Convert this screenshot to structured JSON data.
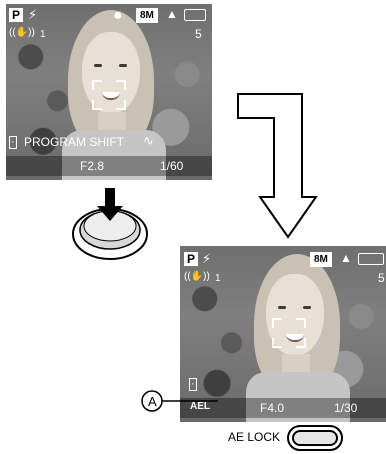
{
  "screen1": {
    "mode": "P",
    "flash_icon": "flash-off-icon",
    "record_icon": "record-dot-icon",
    "size_badge": "8M",
    "quality_icon": "quality-icon",
    "battery_icon": "battery-icon",
    "stabilizer_icon": "stabilizer-icon",
    "stabilizer_value": "1",
    "remaining_count": "5",
    "metering_icon": "metering-icon",
    "program_shift": "PROGRAM SHIFT",
    "program_shift_icon": "program-shift-icon",
    "aperture": "F2.8",
    "shutter": "1/60"
  },
  "screen2": {
    "mode": "P",
    "flash_icon": "flash-off-icon",
    "size_badge": "8M",
    "quality_icon": "quality-icon",
    "battery_icon": "battery-icon",
    "stabilizer_icon": "stabilizer-icon",
    "stabilizer_value": "1",
    "remaining_count": "5",
    "metering_icon": "metering-icon",
    "ael": "AEL",
    "aperture": "F4.0",
    "shutter": "1/30"
  },
  "callout": "A",
  "ae_lock_label": "AE LOCK"
}
